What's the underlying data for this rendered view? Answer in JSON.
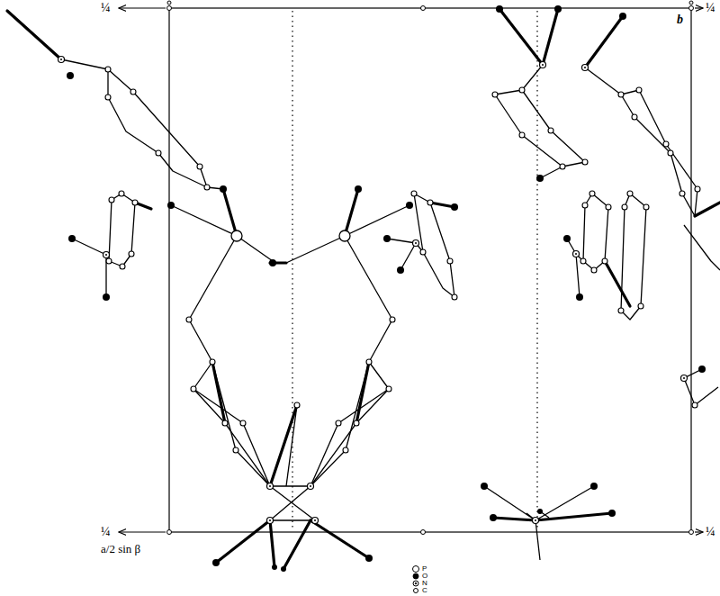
{
  "diagram": {
    "labels": [
      "¼",
      "¼",
      "b",
      "¼",
      "¼",
      "a/2 sin β"
    ],
    "legend": [
      {
        "text": "P"
      },
      {
        "text": "O"
      },
      {
        "text": "N"
      },
      {
        "text": "C"
      }
    ]
  }
}
